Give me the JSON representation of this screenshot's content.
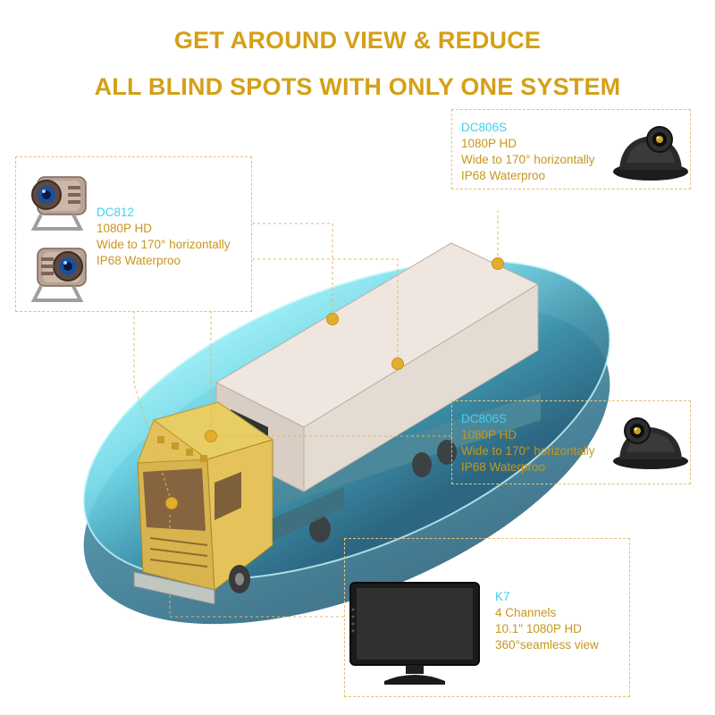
{
  "header": {
    "line1": "GET AROUND VIEW & REDUCE",
    "line2": "ALL BLIND SPOTS WITH ONLY ONE SYSTEM"
  },
  "cameras": {
    "dc806s_top": {
      "model": "DC806S",
      "resolution": "1080P HD",
      "angle": "Wide to 170° horizontally",
      "rating": "IP68 Waterproo"
    },
    "dc812": {
      "model": "DC812",
      "resolution": "1080P HD",
      "angle": "Wide to 170° horizontally",
      "rating": "IP68 Waterproo"
    },
    "dc806s_side": {
      "model": "DC806S",
      "resolution": "1080P HD",
      "angle": "Wide to 170° horizontally",
      "rating": "IP68 Waterproo"
    }
  },
  "monitor": {
    "model": "K7",
    "channels": "4 Channels",
    "screen": "10.1\" 1080P HD",
    "view": "360°seamless view"
  },
  "colors": {
    "headline": "#d4a017",
    "model_text": "#3fd0f0",
    "spec_text": "#c8961c",
    "marker": "#e2ae2c",
    "coverage_light": "#8ef0f8",
    "coverage_dark": "#2e6f88"
  }
}
